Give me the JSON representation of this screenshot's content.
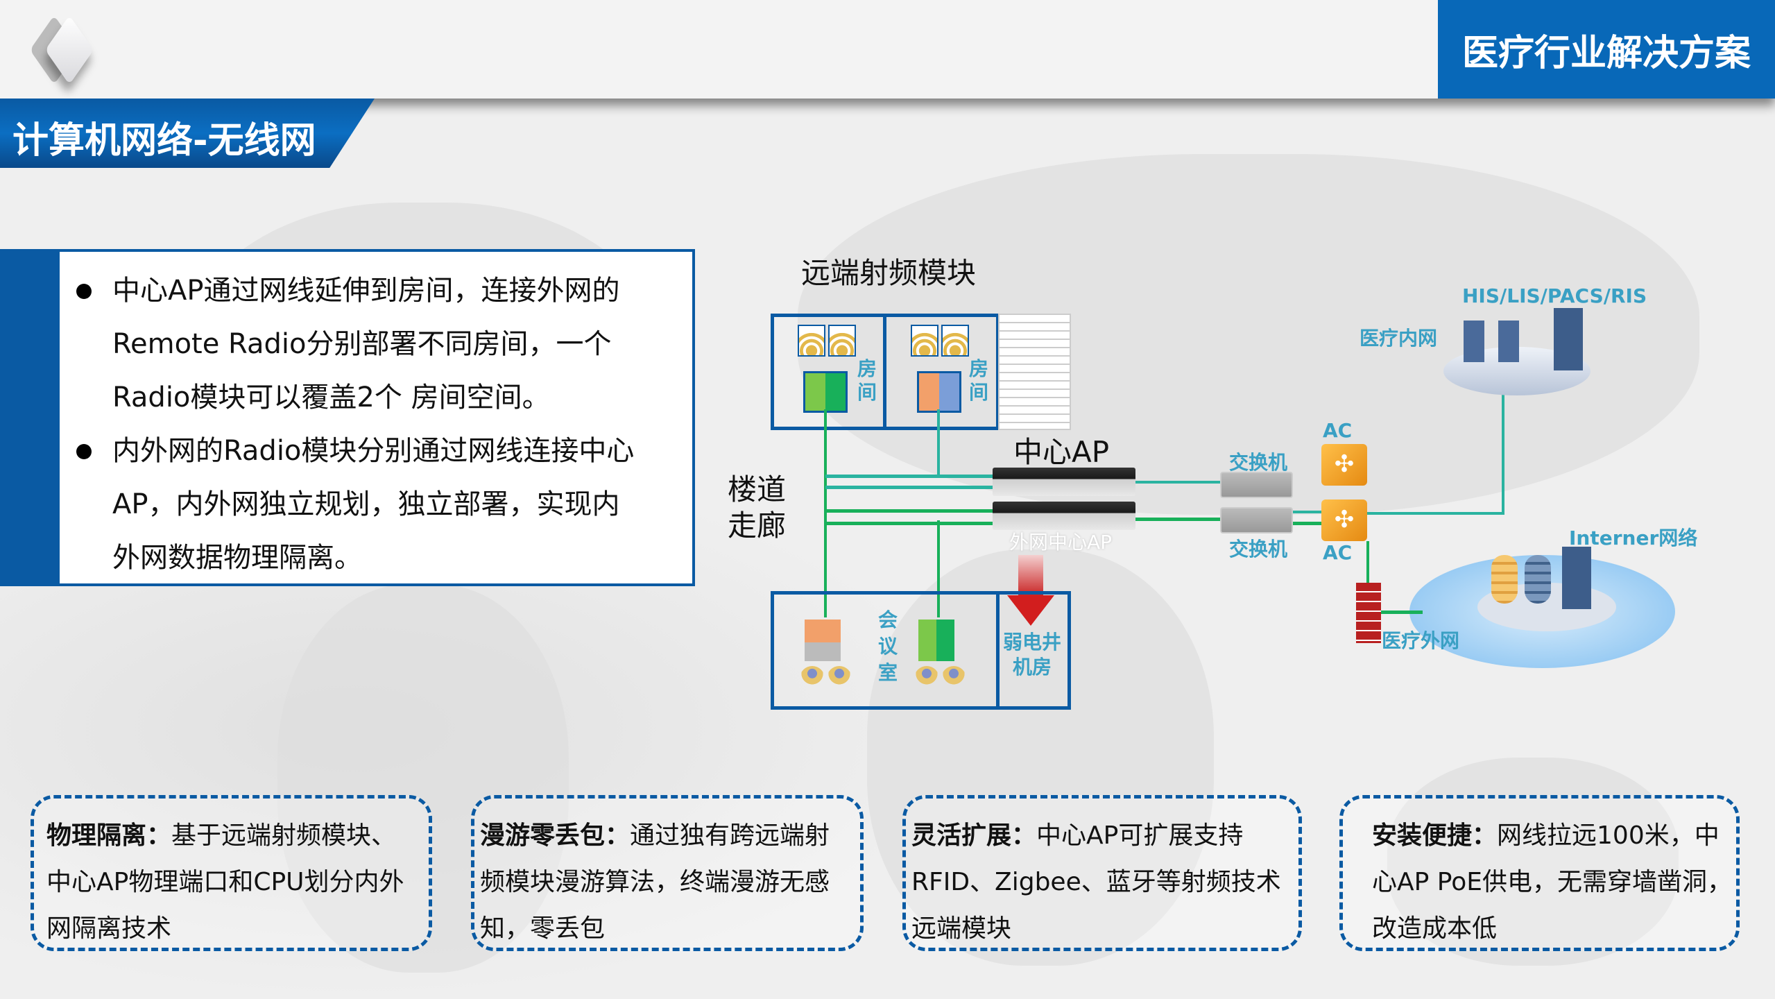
{
  "header": {
    "brand": "医疗行业解决方案",
    "section_title": "计算机网络-无线网"
  },
  "info": {
    "bullets": [
      {
        "lines": [
          "中心AP通过网线延伸到房间，连接外网的",
          "Remote Radio分别部署不同房间，一个",
          "Radio模块可以覆盖2个 房间空间。"
        ]
      },
      {
        "lines": [
          "内外网的Radio模块分别通过网线连接中心",
          "AP，内外网独立规划，独立部署，实现内",
          "外网数据物理隔离。"
        ]
      }
    ]
  },
  "diagram": {
    "remote_module": "远端射频模块",
    "room": "房间",
    "center_ap": "中心AP",
    "outer_center_ap": "外网中心AP",
    "corridor": [
      "楼道",
      "走廊"
    ],
    "meeting_room": "会议室",
    "wiring_room": [
      "弱电井",
      "机房"
    ],
    "switch": "交换机",
    "ac": "AC",
    "his": "HIS/LIS/PACS/RIS",
    "intranet": "医疗内网",
    "internet": "Interner网络",
    "extranet": "医疗外网"
  },
  "cards": [
    {
      "title": "物理隔离：",
      "lines": [
        "基于远端射频模块、",
        "中心AP物理端口和CPU划分内外",
        "网隔离技术"
      ]
    },
    {
      "title": "漫游零丢包：",
      "lines": [
        "通过独有跨远端射",
        "频模块漫游算法，终端漫游无感",
        "知，零丢包"
      ]
    },
    {
      "title": "灵活扩展：",
      "lines": [
        "中心AP可扩展支持",
        "RFID、Zigbee、蓝牙等射频技术",
        "远端模块"
      ]
    },
    {
      "title": "安装便捷：",
      "lines": [
        "网线拉远100米，中",
        "心AP PoE供电，无需穿墙凿洞，",
        "改造成本低"
      ]
    }
  ],
  "colors": {
    "brand": "#0868b8",
    "accent_blue": "#0a5aa3",
    "label_teal": "#3aa0c4",
    "line_green": "#18b05a"
  }
}
